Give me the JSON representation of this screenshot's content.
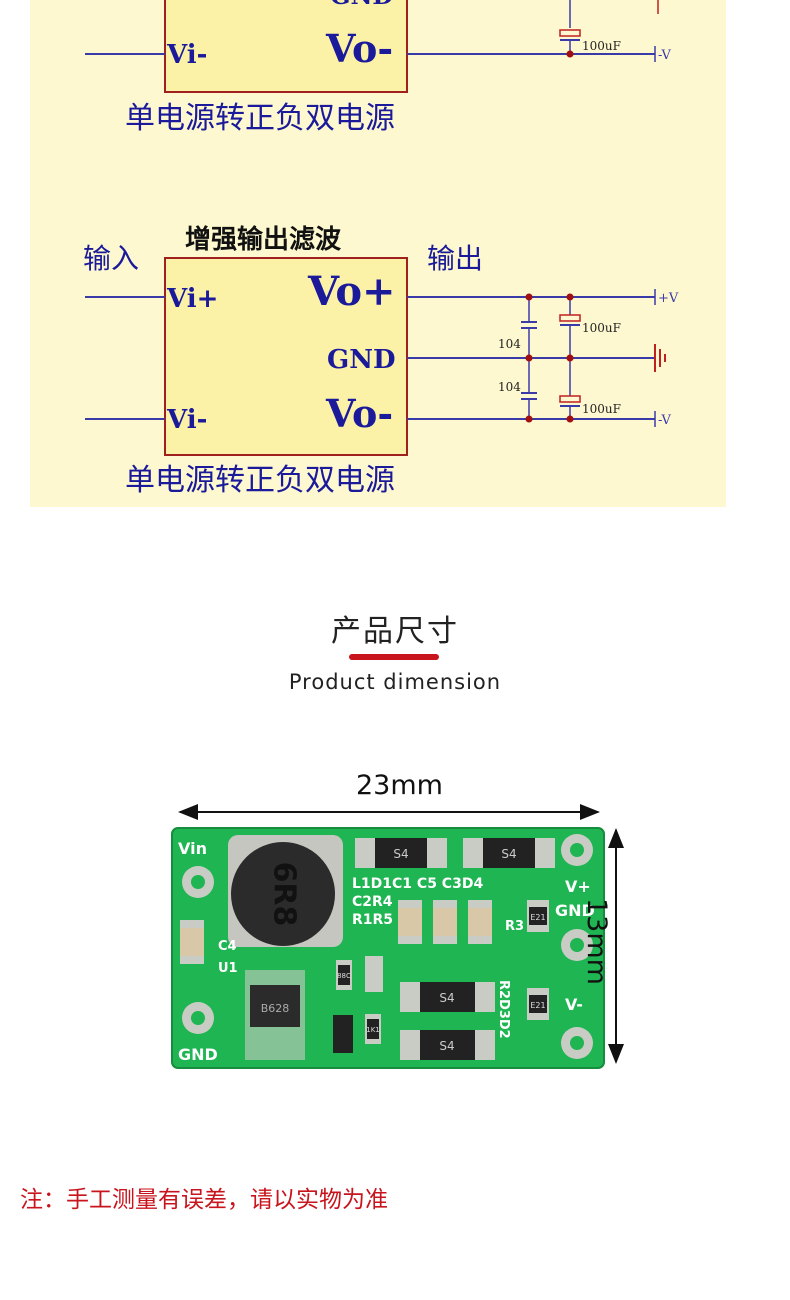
{
  "schematic": {
    "top_fragment": {
      "gnd_label": "GND",
      "vi_minus": "Vi-",
      "vo_minus": "Vo-",
      "cap_value": "100uF",
      "out_neg": "-V",
      "caption": "单电源转正负双电源"
    },
    "main": {
      "heading": "增强输出滤波",
      "input_label": "输入",
      "output_label": "输出",
      "vi_plus": "Vi+",
      "vo_plus": "Vo+",
      "gnd_label": "GND",
      "vi_minus": "Vi-",
      "vo_minus": "Vo-",
      "cap_104_top": "104",
      "cap_104_bottom": "104",
      "cap_100uf_top": "100uF",
      "cap_100uf_bottom": "100uF",
      "out_pos": "+V",
      "out_neg": "-V",
      "caption": "单电源转正负双电源"
    },
    "colors": {
      "wire": "#3a3aa8",
      "box_border": "#a02020",
      "box_fill": "#fbf2a8",
      "node": "#a01010"
    }
  },
  "section": {
    "title_cn": "产品尺寸",
    "title_en": "Product dimension",
    "accent": "#c8141c"
  },
  "board": {
    "width_label": "23mm",
    "height_label": "13mm",
    "silk": {
      "vin": "Vin",
      "gnd": "GND",
      "vplus": "V+",
      "gnd_right": "GND",
      "vminus": "V-",
      "c4": "C4",
      "u1": "U1",
      "inductor": "6R8",
      "row1": "L1D1C1 C5 C3D4",
      "row2": "C2R4",
      "row3": "R1R5",
      "r3": "R3",
      "d3d2": "R2D3D2",
      "diode": "S4",
      "chip": "B628",
      "res_small": "E21",
      "res_small2": "E21",
      "r_a": "88C",
      "r_b": "1K1"
    },
    "colors": {
      "pcb": "#1fb552",
      "silk": "#ffffff"
    }
  },
  "footer": {
    "note": "注：手工测量有误差，请以实物为准"
  }
}
